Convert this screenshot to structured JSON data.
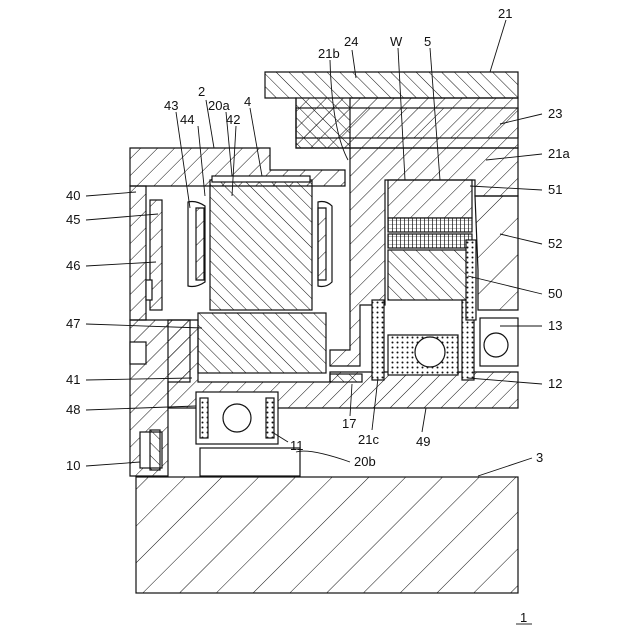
{
  "figure": {
    "number": "1",
    "labels": {
      "l21": "21",
      "l24": "24",
      "l21b": "21b",
      "lW": "W",
      "l5": "5",
      "l2": "2",
      "l43": "43",
      "l20a": "20a",
      "l4": "4",
      "l44": "44",
      "l42": "42",
      "l23": "23",
      "l21a": "21a",
      "l40": "40",
      "l51": "51",
      "l45": "45",
      "l52": "52",
      "l46": "46",
      "l50": "50",
      "l47": "47",
      "l13": "13",
      "l41": "41",
      "l12": "12",
      "l48": "48",
      "l17": "17",
      "l21c": "21c",
      "l49": "49",
      "l11": "11",
      "l3": "3",
      "l10": "10",
      "l20b": "20b"
    }
  },
  "colors": {
    "ink": "#111111",
    "paper": "#ffffff",
    "coil": "#c8c8c8"
  }
}
